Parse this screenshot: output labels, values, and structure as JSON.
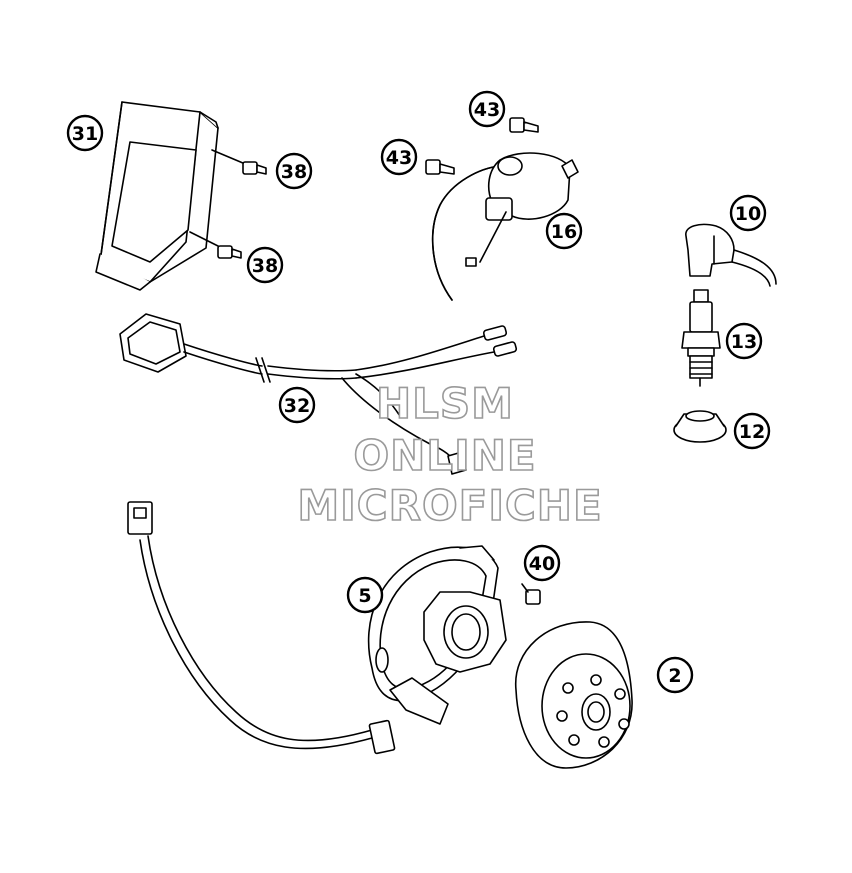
{
  "callouts": [
    {
      "id": "c31",
      "label": "31"
    },
    {
      "id": "c38a",
      "label": "38"
    },
    {
      "id": "c38b",
      "label": "38"
    },
    {
      "id": "c43a",
      "label": "43"
    },
    {
      "id": "c43b",
      "label": "43"
    },
    {
      "id": "c16",
      "label": "16"
    },
    {
      "id": "c10",
      "label": "10"
    },
    {
      "id": "c13",
      "label": "13"
    },
    {
      "id": "c12",
      "label": "12"
    },
    {
      "id": "c32",
      "label": "32"
    },
    {
      "id": "c40",
      "label": "40"
    },
    {
      "id": "c5",
      "label": "5"
    },
    {
      "id": "c2",
      "label": "2"
    }
  ],
  "watermark": {
    "line1": "HLSM",
    "line2": "ONLINE",
    "line3": "MICROFICHE"
  },
  "colors": {
    "line": "#000000",
    "background": "#ffffff",
    "watermark_outline": "#9a9a9a"
  }
}
